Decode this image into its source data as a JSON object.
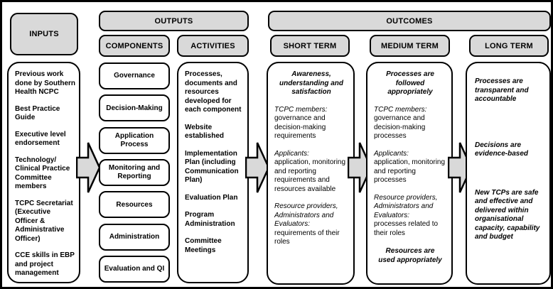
{
  "colors": {
    "header_fill": "#d9d9d9",
    "arrow_fill": "#d9d9d9",
    "border": "#000000",
    "box_fill": "#ffffff"
  },
  "inputs": {
    "header": "INPUTS",
    "items": [
      "Previous work done by Southern Health NCPC",
      "Best Practice Guide",
      "Executive level endorsement",
      "Technology/ Clinical Practice Committee members",
      "TCPC Secretariat (Executive Officer & Administrative Officer)",
      "CCE skills in EBP and project management"
    ]
  },
  "outputs": {
    "banner": "OUTPUTS",
    "components": {
      "header": "COMPONENTS",
      "items": [
        "Governance",
        "Decision-Making",
        "Application Process",
        "Monitoring and Reporting",
        "Resources",
        "Administration",
        "Evaluation and QI"
      ]
    },
    "activities": {
      "header": "ACTIVITIES",
      "items": [
        "Processes, documents and resources developed for each component",
        "Website established",
        "Implementation Plan (including Communication Plan)",
        "Evaluation Plan",
        "Program Administration",
        "Committee Meetings"
      ]
    }
  },
  "outcomes": {
    "banner": "OUTCOMES",
    "short_term": {
      "header": "SHORT TERM",
      "headline": "Awareness, understanding and satisfaction",
      "groups": [
        {
          "label": "TCPC members:",
          "text": "governance and decision-making requirements"
        },
        {
          "label": "Applicants:",
          "text": "application, monitoring and reporting requirements and resources available"
        },
        {
          "label": "Resource providers, Administrators and Evaluators:",
          "text": "requirements of their roles"
        }
      ]
    },
    "medium_term": {
      "header": "MEDIUM TERM",
      "headline": "Processes are followed appropriately",
      "groups": [
        {
          "label": "TCPC members:",
          "text": "governance and decision-making processes"
        },
        {
          "label": "Applicants:",
          "text": "application, monitoring and reporting processes"
        },
        {
          "label": "Resource providers, Administrators and Evaluators:",
          "text": "processes related to their roles"
        }
      ],
      "footline": "Resources are used appropriately"
    },
    "long_term": {
      "header": "LONG TERM",
      "items": [
        "Processes are transparent and accountable",
        "Decisions are evidence-based",
        "New TCPs are safe and effective and delivered within organisational capacity, capability and budget"
      ]
    }
  }
}
